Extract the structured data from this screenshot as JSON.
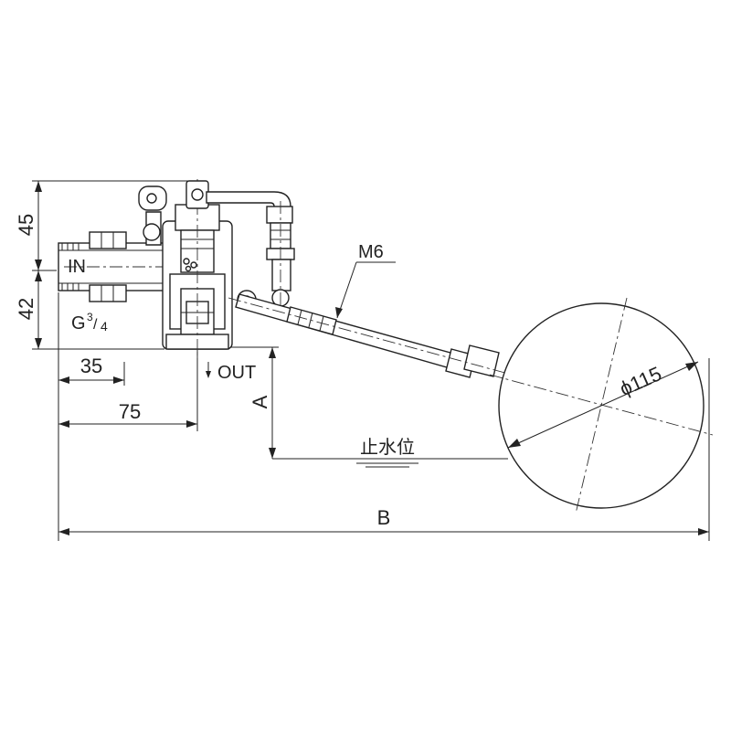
{
  "labels": {
    "inlet": "IN",
    "outlet": "OUT",
    "thread": "G",
    "thread_fraction_num": "3",
    "thread_fraction_den": "4",
    "rod_thread": "M6",
    "float_diameter": "ϕ115",
    "water_stop_level": "止水位"
  },
  "dimensions": {
    "height_above_inlet": "45",
    "height_below_inlet": "42",
    "inlet_length": "35",
    "outlet_offset": "75",
    "dim_A": "A",
    "dim_B": "B"
  }
}
